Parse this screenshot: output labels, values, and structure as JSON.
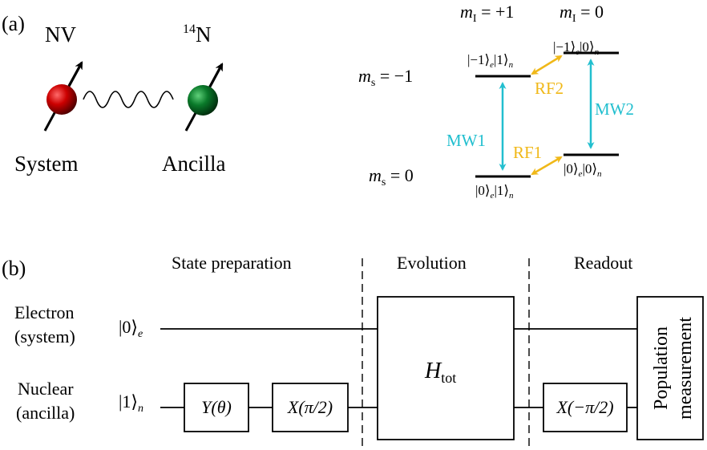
{
  "panel_a": {
    "label": "(a)",
    "nv_label": "NV",
    "n14_sup": "14",
    "n14_label": "N",
    "system_label": "System",
    "ancilla_label": "Ancilla",
    "mI_plus1_label": "m",
    "mI_plus1_sub": "I",
    "mI_plus1_val": " = +1",
    "mI_0_label": "m",
    "mI_0_sub": "I",
    "mI_0_val": " = 0",
    "ms_minus1_label": "m",
    "ms_minus1_sub": "s",
    "ms_minus1_val": " = −1",
    "ms_0_label": "m",
    "ms_0_sub": "s",
    "ms_0_val": " = 0",
    "state_m1_1": "|−1⟩",
    "state_m1_1_e": "e",
    "state_m1_1_n_ket": "|1⟩",
    "state_m1_1_n": "n",
    "state_m1_0": "|−1⟩",
    "state_m1_0_e": "e",
    "state_m1_0_n_ket": "|0⟩",
    "state_m1_0_n": "n",
    "state_0_1": "|0⟩",
    "state_0_1_e": "e",
    "state_0_1_n_ket": "|1⟩",
    "state_0_1_n": "n",
    "state_0_0": "|0⟩",
    "state_0_0_e": "e",
    "state_0_0_n_ket": "|0⟩",
    "state_0_0_n": "n",
    "mw1": "MW1",
    "mw2": "MW2",
    "rf1": "RF1",
    "rf2": "RF2",
    "colors": {
      "nv_sphere": "#cc0000",
      "n_sphere": "#0a7a2a",
      "mw": "#22bfcf",
      "rf": "#f0b818"
    }
  },
  "panel_b": {
    "label": "(b)",
    "section_prep": "State preparation",
    "section_evolution": "Evolution",
    "section_readout": "Readout",
    "electron_label_1": "Electron",
    "electron_label_2": "(system)",
    "electron_ket": "|0⟩",
    "electron_ket_sub": "e",
    "nuclear_label_1": "Nuclear",
    "nuclear_label_2": "(ancilla)",
    "nuclear_ket": "|1⟩",
    "nuclear_ket_sub": "n",
    "gate_y": "Y(θ)",
    "gate_x": "X(π/2)",
    "gate_x_neg": "X(−π/2)",
    "h_tot": "H",
    "h_tot_sub": "tot",
    "measure_1": "Population",
    "measure_2": "measurement"
  }
}
